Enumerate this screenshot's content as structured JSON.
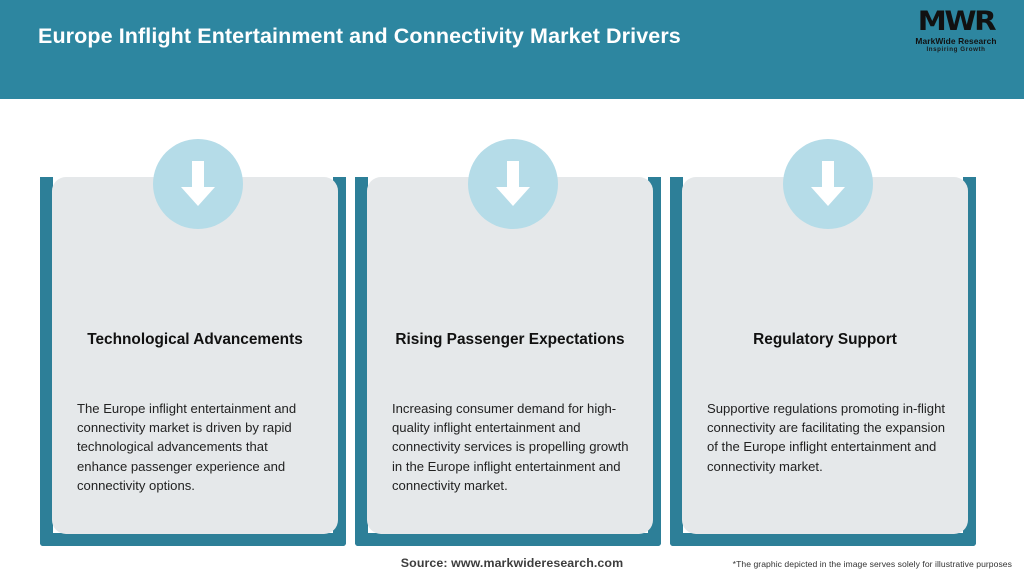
{
  "header": {
    "title": "Europe Inflight Entertainment and Connectivity Market Drivers",
    "background_color": "#2d86a0",
    "logo": {
      "mark": "MWR",
      "name": "MarkWide Research",
      "tagline": "Inspiring Growth"
    }
  },
  "theme": {
    "accent_teal": "#2d86a0",
    "bracket_teal": "#2d7f98",
    "circle_blue": "#b5dce8",
    "card_bg": "#e5e8ea",
    "page_bg": "#ffffff"
  },
  "cards": [
    {
      "icon": "down-arrow-icon",
      "title": "Technological Advancements",
      "body": "The Europe inflight entertainment and connectivity market is driven by rapid technological advancements that enhance passenger experience and connectivity options."
    },
    {
      "icon": "down-arrow-icon",
      "title": "Rising Passenger Expectations",
      "body": "Increasing consumer demand for high-quality inflight entertainment and connectivity services is propelling growth in the Europe inflight entertainment and connectivity market."
    },
    {
      "icon": "down-arrow-icon",
      "title": "Regulatory Support",
      "body": "Supportive regulations promoting in-flight connectivity are facilitating the expansion of the Europe inflight entertainment and connectivity market."
    }
  ],
  "footer": {
    "source": "Source: www.markwideresearch.com",
    "disclaimer": "*The graphic depicted in the image serves solely for illustrative purposes"
  }
}
